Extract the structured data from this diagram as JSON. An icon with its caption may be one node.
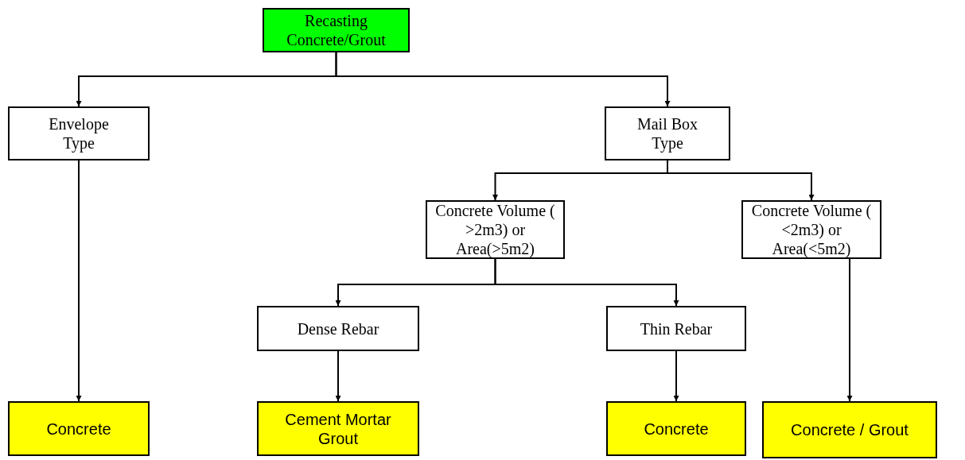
{
  "diagram": {
    "nodes": [
      {
        "text": [
          "Recasting Concrete/Grout"
        ]
      },
      {
        "text": [
          "Envelope Type"
        ]
      },
      {
        "text": [
          "Mail Box Type"
        ]
      },
      {
        "text": [
          "Concrete Volume ( >2m3) or Area(>5m2)"
        ]
      },
      {
        "text": [
          "Concrete Volume ( <2m3) or Area(<5m2)"
        ]
      },
      {
        "text": [
          "Dense Rebar"
        ]
      },
      {
        "text": [
          "Thin Rebar"
        ]
      },
      {
        "text": [
          "Concrete"
        ]
      },
      {
        "text": [
          "Cement Mortar Grout"
        ]
      },
      {
        "text": [
          "Concrete"
        ]
      },
      {
        "text": [
          "Concrete / Grout"
        ]
      }
    ],
    "edges": [
      {
        "from": 0,
        "to": 1,
        "arrow": "to"
      },
      {
        "from": 0,
        "to": 2,
        "arrow": "to"
      },
      {
        "from": 2,
        "to": 3,
        "arrow": "to"
      },
      {
        "from": 2,
        "to": 4,
        "arrow": "to"
      },
      {
        "from": 1,
        "to": 7,
        "arrow": "to"
      },
      {
        "from": 3,
        "to": 5,
        "arrow": "to"
      },
      {
        "from": 3,
        "to": 6,
        "arrow": "to"
      },
      {
        "from": 4,
        "to": 10,
        "arrow": "to"
      },
      {
        "from": 5,
        "to": 8,
        "arrow": "to"
      },
      {
        "from": 6,
        "to": 9,
        "arrow": "to"
      }
    ]
  }
}
